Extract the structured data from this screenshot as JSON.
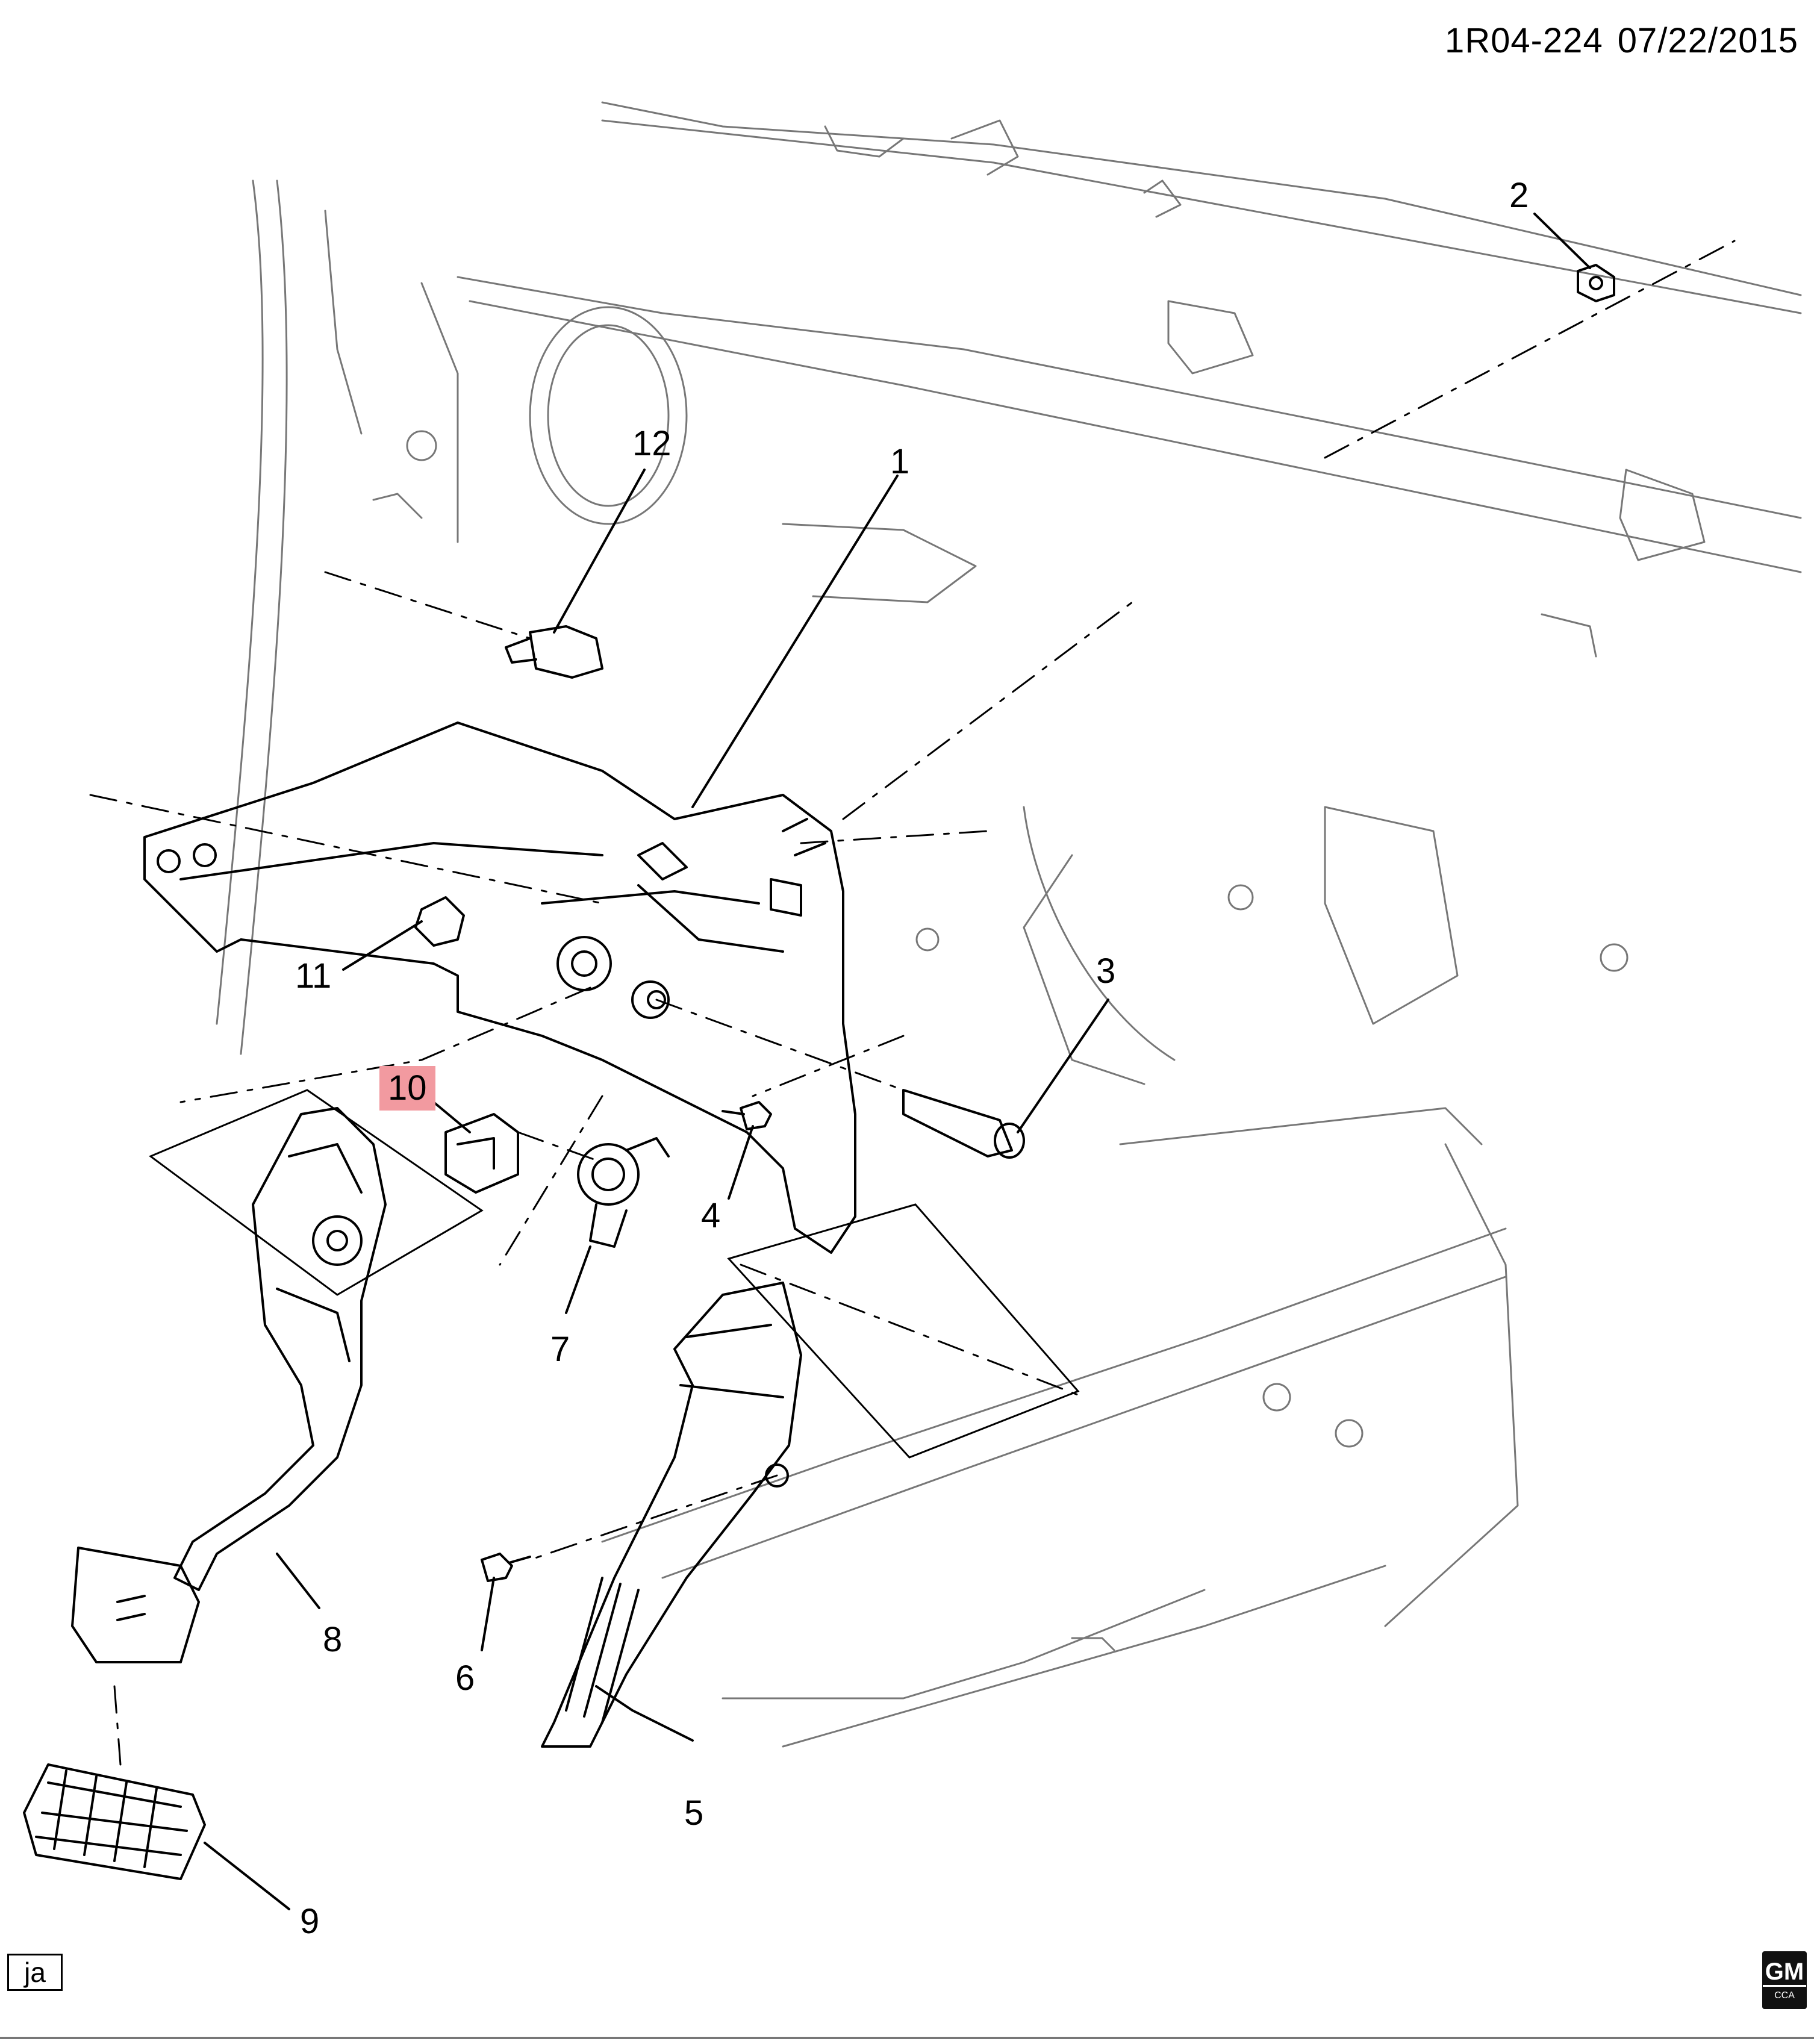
{
  "document": {
    "illustration_number": "1R04-224",
    "date": "07/22/2015",
    "artist_initials": "ja",
    "logo": {
      "name": "gm-logo",
      "text_main": "GM",
      "text_sub": "CCA"
    }
  },
  "callouts": [
    {
      "id": "callout-1",
      "label": "1"
    },
    {
      "id": "callout-2",
      "label": "2"
    },
    {
      "id": "callout-3",
      "label": "3"
    },
    {
      "id": "callout-4",
      "label": "4"
    },
    {
      "id": "callout-5",
      "label": "5"
    },
    {
      "id": "callout-6",
      "label": "6"
    },
    {
      "id": "callout-7",
      "label": "7"
    },
    {
      "id": "callout-8",
      "label": "8"
    },
    {
      "id": "callout-9",
      "label": "9"
    },
    {
      "id": "callout-10",
      "label": "10",
      "highlighted": true
    },
    {
      "id": "callout-11",
      "label": "11"
    },
    {
      "id": "callout-12",
      "label": "12"
    }
  ],
  "colors": {
    "line": "#000000",
    "highlight": "#f29aa0",
    "background": "#ffffff"
  }
}
